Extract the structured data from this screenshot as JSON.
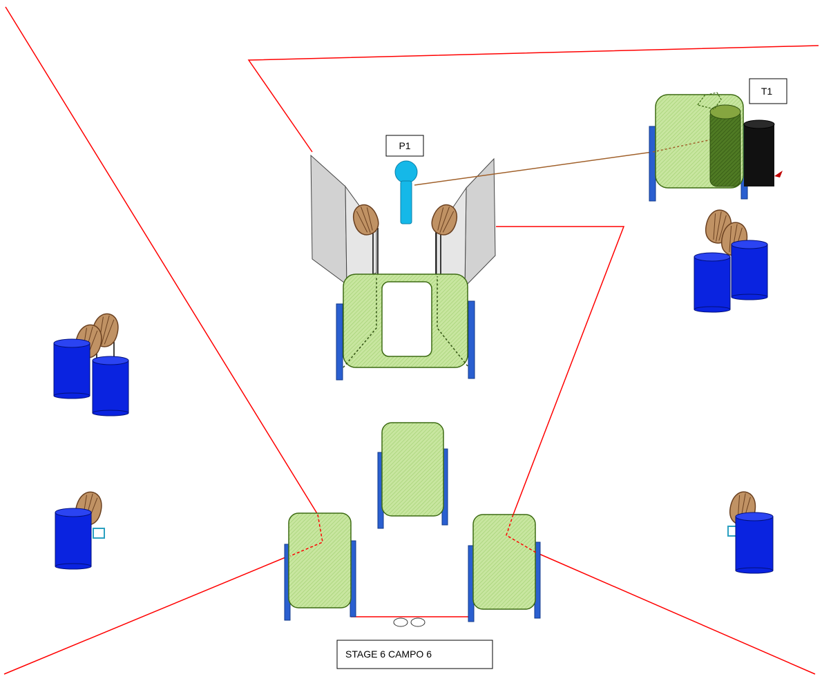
{
  "labels": {
    "p1": "P1",
    "t1": "T1",
    "stage": "STAGE 6 CAMPO 6"
  },
  "colors": {
    "fault_line": "#ff0000",
    "wall_fill": "#c8e6a0",
    "wall_edge": "#3c6a12",
    "wall_base": "#2a5fd0",
    "barrel": "#0a23e0",
    "barrel_top": "#2b44f2",
    "target": "#c09264",
    "target_edge": "#6a4020",
    "penalty_fill": "#d8d8d8",
    "shooter": "#15b8e8",
    "sight_line": "#a0602a"
  },
  "icons": {
    "shooter": "shooter-figure-icon",
    "barrel": "barrel-icon",
    "target": "paper-target-icon",
    "wall": "barricade-wall-icon",
    "penalty": "no-shoot-panel-icon",
    "start": "footprints-icon"
  }
}
